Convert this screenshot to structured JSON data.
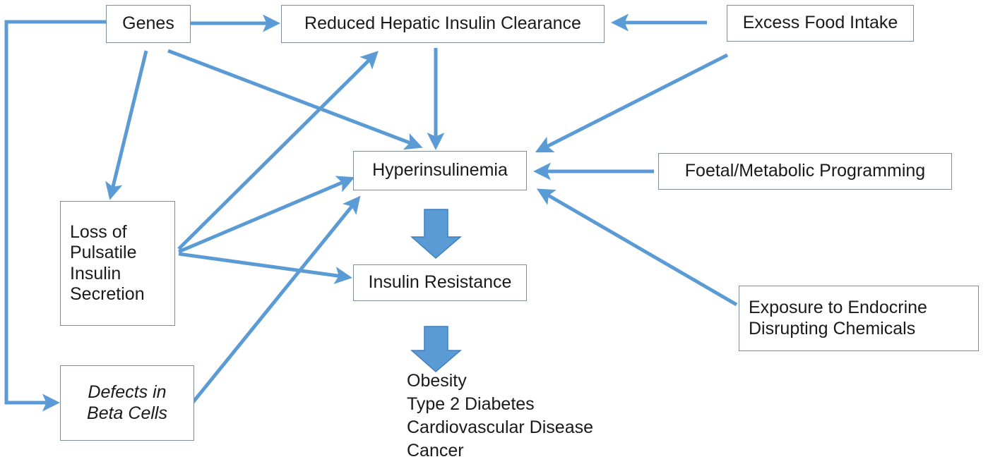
{
  "diagram": {
    "title": "Hyperinsulinemia pathway diagram",
    "accent_color": "#5B9BD5",
    "box_border_color": "#7F8C9B",
    "text_color": "#1A1A1A",
    "background": "#FFFFFF",
    "nodes": [
      {
        "id": "genes",
        "label": "Genes"
      },
      {
        "id": "reduced-hepatic-insulin-clearance",
        "label": "Reduced Hepatic Insulin Clearance"
      },
      {
        "id": "excess-food-intake",
        "label": "Excess Food Intake"
      },
      {
        "id": "hyperinsulinemia",
        "label": "Hyperinsulinemia"
      },
      {
        "id": "foetal-metabolic-programming",
        "label": "Foetal/Metabolic Programming"
      },
      {
        "id": "loss-of-pulsatile-insulin-secretion",
        "label": "Loss of\nPulsatile\nInsulin\nSecretion"
      },
      {
        "id": "insulin-resistance",
        "label": "Insulin Resistance"
      },
      {
        "id": "exposure-to-endocrine-disrupting-chemicals",
        "label": "Exposure to Endocrine\nDisrupting Chemicals"
      },
      {
        "id": "defects-in-beta-cells",
        "label": "Defects in\nBeta Cells"
      }
    ],
    "outcomes": {
      "id": "outcomes-list",
      "label": "Obesity\nType 2 Diabetes\nCardiovascular Disease\nCancer",
      "items": [
        "Obesity",
        "Type 2 Diabetes",
        "Cardiovascular Disease",
        "Cancer"
      ]
    },
    "edges": [
      {
        "from": "genes",
        "to": "reduced-hepatic-insulin-clearance",
        "style": "line-arrow"
      },
      {
        "from": "genes",
        "to": "hyperinsulinemia",
        "style": "line-arrow"
      },
      {
        "from": "genes",
        "to": "loss-of-pulsatile-insulin-secretion",
        "style": "line-arrow"
      },
      {
        "from": "genes",
        "to": "defects-in-beta-cells",
        "style": "elbow-arrow"
      },
      {
        "from": "excess-food-intake",
        "to": "reduced-hepatic-insulin-clearance",
        "style": "line-arrow"
      },
      {
        "from": "excess-food-intake",
        "to": "hyperinsulinemia",
        "style": "line-arrow"
      },
      {
        "from": "reduced-hepatic-insulin-clearance",
        "to": "hyperinsulinemia",
        "style": "line-arrow"
      },
      {
        "from": "foetal-metabolic-programming",
        "to": "hyperinsulinemia",
        "style": "line-arrow"
      },
      {
        "from": "exposure-to-endocrine-disrupting-chemicals",
        "to": "hyperinsulinemia",
        "style": "line-arrow"
      },
      {
        "from": "loss-of-pulsatile-insulin-secretion",
        "to": "reduced-hepatic-insulin-clearance",
        "style": "line-arrow"
      },
      {
        "from": "loss-of-pulsatile-insulin-secretion",
        "to": "hyperinsulinemia",
        "style": "line-arrow"
      },
      {
        "from": "loss-of-pulsatile-insulin-secretion",
        "to": "insulin-resistance",
        "style": "line-arrow"
      },
      {
        "from": "defects-in-beta-cells",
        "to": "hyperinsulinemia",
        "style": "line-arrow"
      },
      {
        "from": "hyperinsulinemia",
        "to": "insulin-resistance",
        "style": "block-arrow"
      },
      {
        "from": "insulin-resistance",
        "to": "outcomes-list",
        "style": "block-arrow"
      }
    ]
  }
}
